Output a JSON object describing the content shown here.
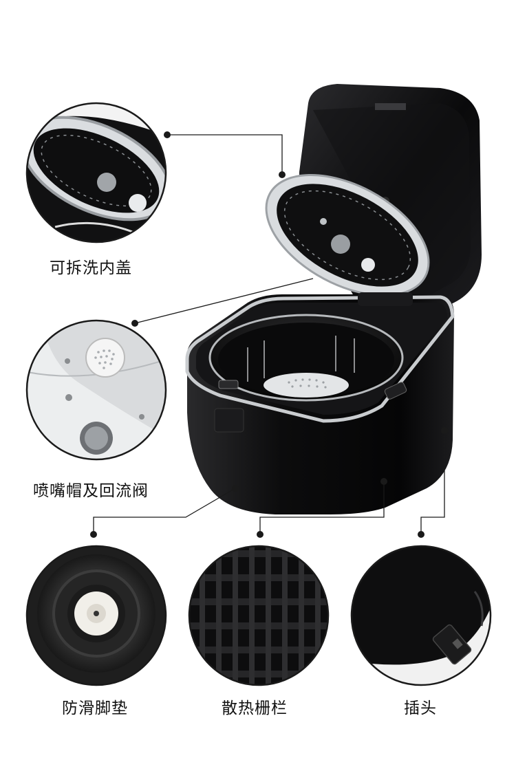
{
  "features": {
    "inner_lid": {
      "label": "可拆洗内盖"
    },
    "nozzle": {
      "label": "喷嘴帽及回流阀"
    },
    "feet": {
      "label": "防滑脚垫"
    },
    "vent": {
      "label": "散热栅栏"
    },
    "plug": {
      "label": "插头"
    }
  },
  "colors": {
    "body": "#0b0b0c",
    "silver": "#c9cccf",
    "line": "#1a1a1a",
    "label": "#111111"
  }
}
